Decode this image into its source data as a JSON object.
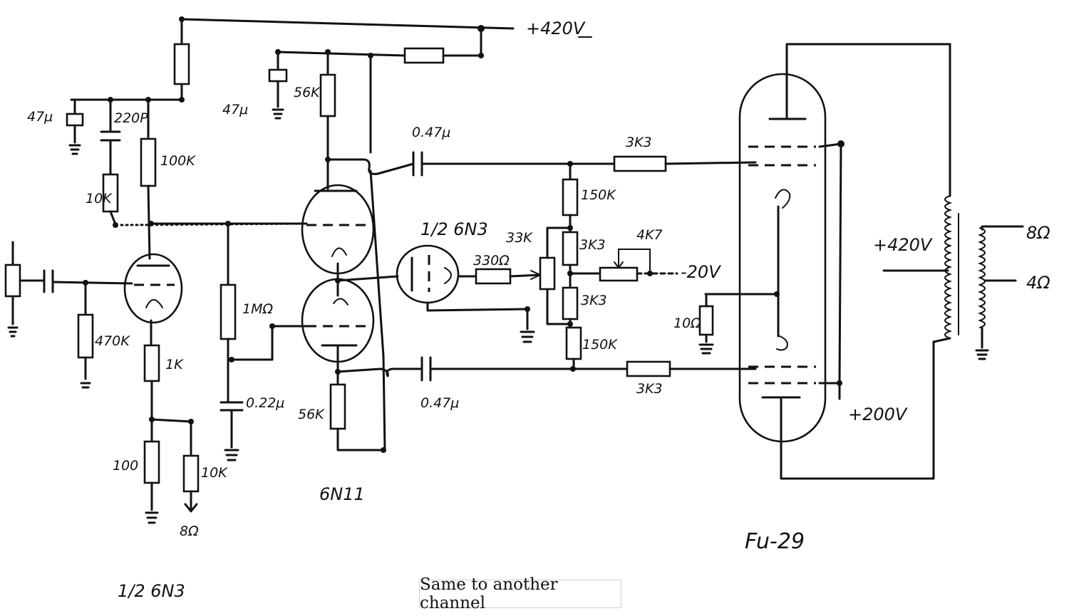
{
  "title": "",
  "supply": {
    "hv_top": "+420V",
    "hv_ot": "+420V",
    "screen": "+200V",
    "bias": "-20V"
  },
  "tubes": {
    "input": "1/2 6N3",
    "phase": "6N11",
    "bias_tube": "1/2 6N3",
    "output": "Fu-29"
  },
  "components": {
    "c_decouple_1": "47μ",
    "c_220p": "220P",
    "r_100k": "100K",
    "r_10k_a": "10K",
    "r_470k": "470K",
    "r_1k": "1K",
    "r_100": "100",
    "r_10k_fb": "10K",
    "fb_tap": "8Ω",
    "c_decouple_2": "47μ",
    "r_56k_top": "56K",
    "r_1m": "1MΩ",
    "c_022": "0.22μ",
    "r_56k_bot": "56K",
    "c_047_top": "0.47μ",
    "c_047_bot": "0.47μ",
    "r_330": "330Ω",
    "r_33k": "33K",
    "r_150k_top": "150K",
    "r_3k3_a": "3K3",
    "r_3k3_b": "3K3",
    "r_150k_bot": "150K",
    "pot_4k7": "4K7",
    "r_3k3_grid_top": "3K3",
    "r_3k3_grid_bot": "3K3",
    "r_10_cath": "10Ω",
    "out_8": "8Ω",
    "out_4": "4Ω"
  },
  "caption": "Same to another channel"
}
